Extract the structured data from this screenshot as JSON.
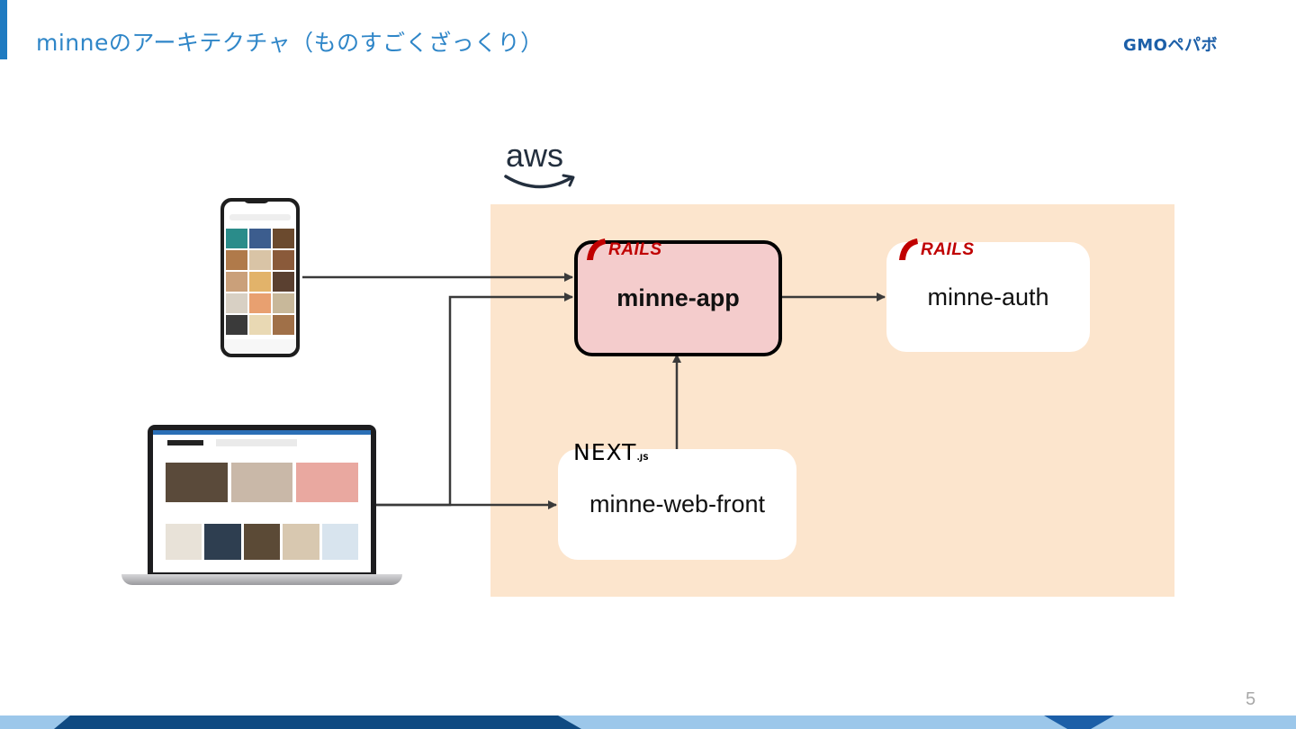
{
  "header": {
    "title": "minneのアーキテクチャ（ものすごくざっくり）",
    "brand": "GMOペパボ"
  },
  "diagram": {
    "cloud_label": "aws",
    "nodes": {
      "app": {
        "label": "minne-app",
        "framework": "RAILS"
      },
      "auth": {
        "label": "minne-auth",
        "framework": "RAILS"
      },
      "front": {
        "label": "minne-web-front",
        "framework": "NEXT",
        "framework_suffix": ".JS"
      }
    },
    "clients": [
      "smartphone",
      "laptop"
    ]
  },
  "footer": {
    "page_number": "5"
  },
  "colors": {
    "accent": "#1f7bc1",
    "title": "#2f86c8",
    "aws_region": "#fce5cd",
    "app_node": "#f4cccc",
    "rails_red": "#c00000",
    "arrow": "#3a3a3a",
    "footer_dark": "#0f4a82",
    "footer_light": "#9cc7ea"
  }
}
